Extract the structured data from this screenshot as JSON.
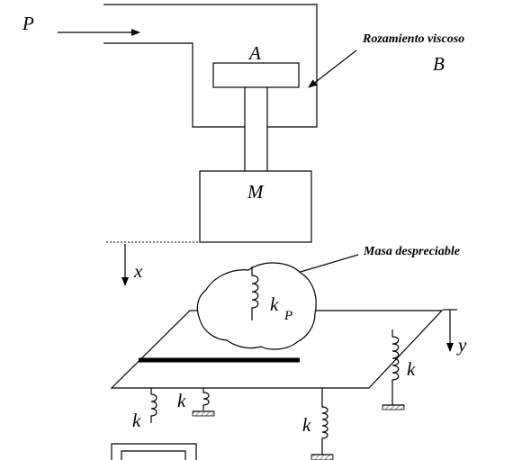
{
  "labels": {
    "force": "P",
    "piston_head": "A",
    "viscous_friction_title": "Rozamiento viscoso",
    "viscous_friction_symbol": "B",
    "mass": "M",
    "displacement_x": "x",
    "negligible_mass_note": "Masa despreciable",
    "spring_kp_k": "k",
    "spring_kp_sub": "P",
    "displacement_y": "y",
    "spring_k": "k"
  },
  "colors": {
    "ink": "#000000",
    "hatch": "#777777"
  }
}
